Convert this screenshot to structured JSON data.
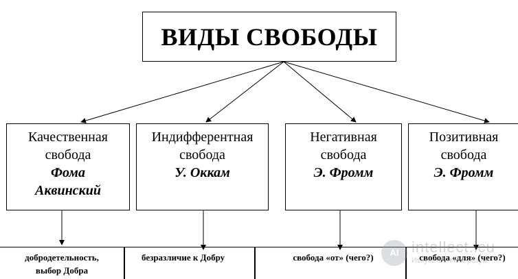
{
  "title": "ВИДЫ СВОБОДЫ",
  "categories": [
    {
      "line1": "Качественная",
      "line2": "свобода",
      "author1": "Фома",
      "author2": "Аквинский"
    },
    {
      "line1": "Индифферентная",
      "line2": "свобода",
      "author1": "У. Оккам",
      "author2": ""
    },
    {
      "line1": "Негативная",
      "line2": "свобода",
      "author1": "Э. Фромм",
      "author2": ""
    },
    {
      "line1": "Позитивная",
      "line2": "свобода",
      "author1": "Э. Фромм",
      "author2": ""
    }
  ],
  "descriptions": [
    {
      "line1": "добродетельность,",
      "line2": "выбор Добра"
    },
    {
      "line1": "безразличие  к Добру",
      "line2": ""
    },
    {
      "line1": "свобода «от» (чего?)",
      "line2": ""
    },
    {
      "line1": "свобода «для» (чего?)",
      "line2": ""
    }
  ],
  "watermark": {
    "logo": "AI",
    "title": "intellect.icu",
    "subtitle": "Искусственный разум"
  },
  "colors": {
    "line": "#000000",
    "background": "#ffffff"
  }
}
